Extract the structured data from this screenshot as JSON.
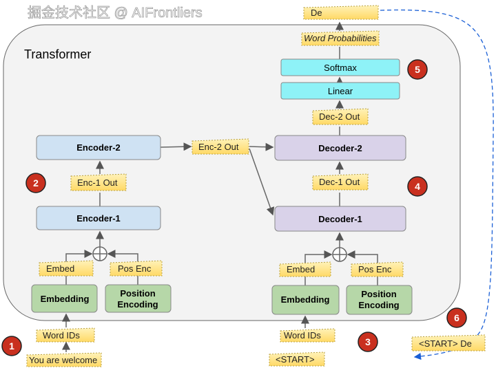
{
  "title": "Transformer",
  "encoder": {
    "encoder2": "Encoder-2",
    "encoder1": "Encoder-1",
    "enc1_out": "Enc-1 Out",
    "enc2_out": "Enc-2 Out",
    "embed": "Embed",
    "pos_enc": "Pos Enc",
    "embedding": "Embedding",
    "position_encoding": [
      "Position",
      "Encoding"
    ],
    "word_ids": "Word IDs",
    "input": "You are welcome"
  },
  "decoder": {
    "decoder2": "Decoder-2",
    "decoder1": "Decoder-1",
    "dec1_out": "Dec-1 Out",
    "dec2_out": "Dec-2 Out",
    "linear": "Linear",
    "softmax": "Softmax",
    "word_probabilities": "Word Probabilities",
    "output": "De",
    "embed": "Embed",
    "pos_enc": "Pos Enc",
    "embedding": "Embedding",
    "position_encoding": [
      "Position",
      "Encoding"
    ],
    "word_ids": "Word IDs",
    "input": "<START>",
    "next_input": "<START> De"
  },
  "steps": [
    "1",
    "2",
    "3",
    "4",
    "5",
    "6"
  ],
  "watermark": "掘金技术社区 @ AIFrontliers",
  "colors": {
    "encoder": "#cfe2f3",
    "decoder": "#d9d2e9",
    "output_layers": "#8ef2f7",
    "embedding": "#b6d7a8",
    "label": "#ffe599",
    "step_badge": "#c9301f",
    "feedback_arrow": "#1a5fd6"
  }
}
